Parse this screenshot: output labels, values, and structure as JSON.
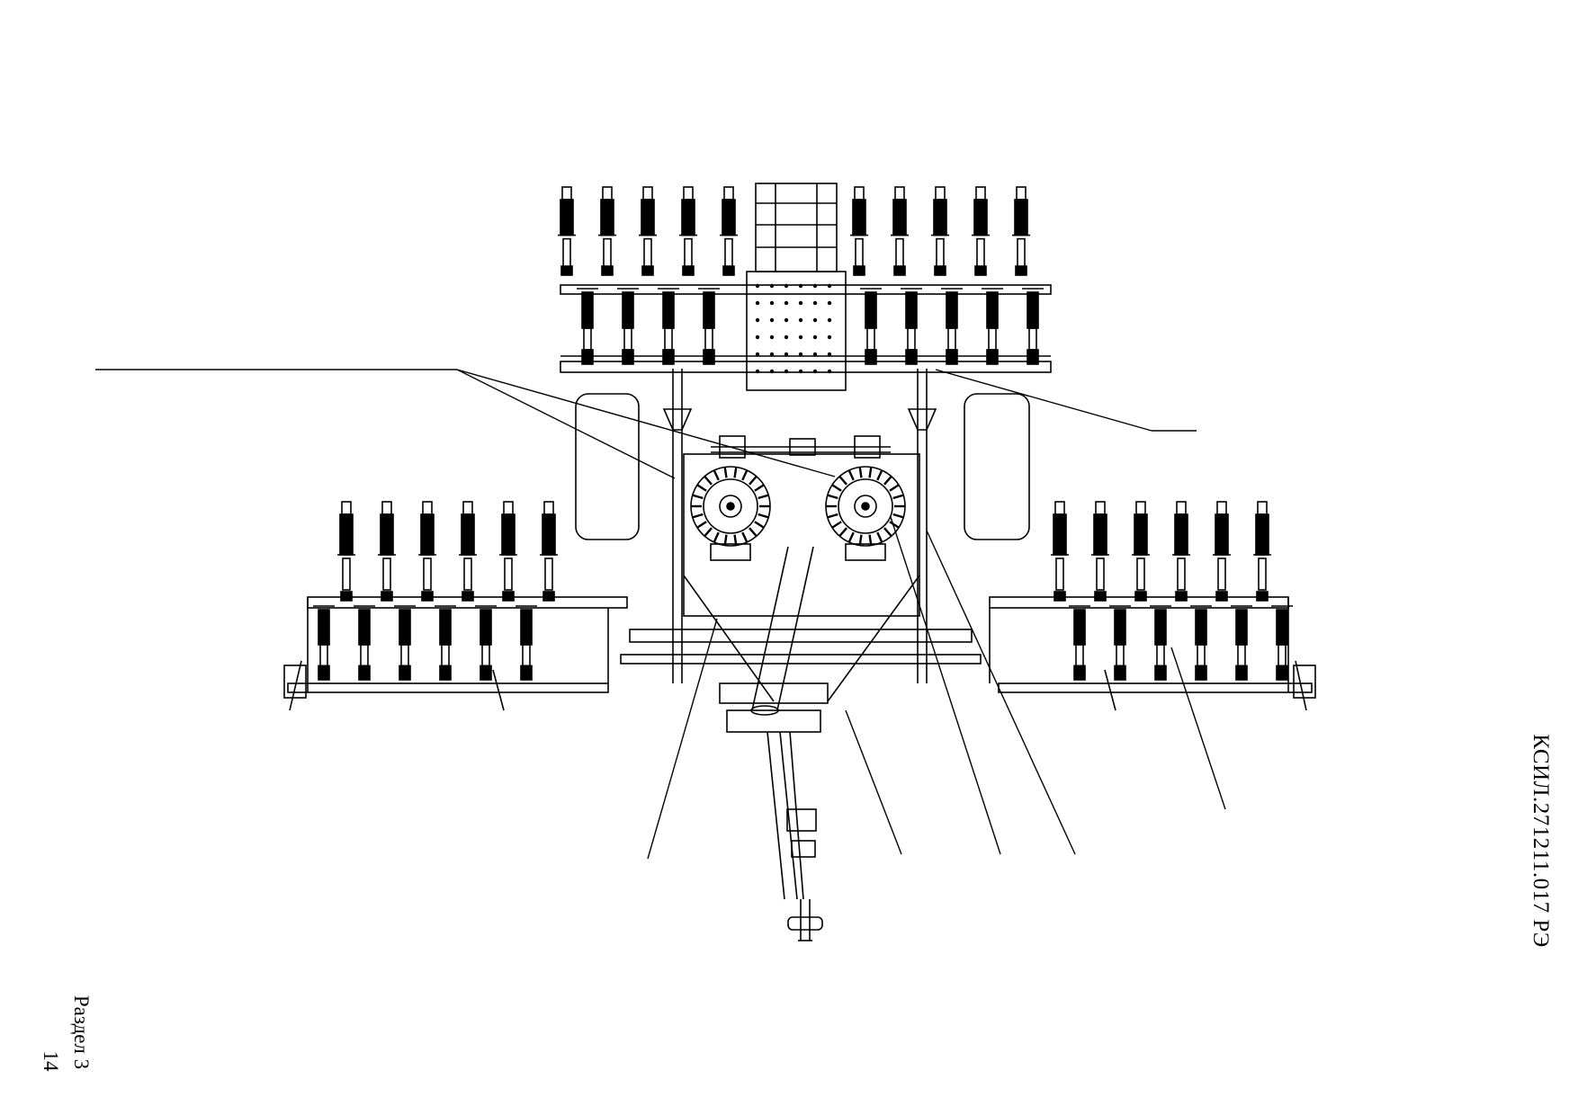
{
  "document": {
    "code": "КСИЛ.271211.017 РЭ",
    "section": "Раздел 3",
    "page": "14"
  },
  "figure": {
    "subject": "seeder-top-view-drawing",
    "callouts": []
  }
}
